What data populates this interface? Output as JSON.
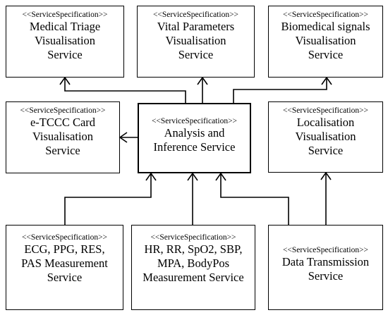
{
  "stereotype": "<<ServiceSpecification>>",
  "boxes": {
    "medical_triage": {
      "lines": [
        "Medical Triage",
        "Visualisation",
        "Service"
      ]
    },
    "vital_parameters": {
      "lines": [
        "Vital Parameters",
        "Visualisation",
        "Service"
      ]
    },
    "biomedical_signals": {
      "lines": [
        "Biomedical signals",
        "Visualisation",
        "Service"
      ]
    },
    "etccc_card": {
      "lines": [
        "e-TCCC Card",
        "Visualisation",
        "Service"
      ]
    },
    "analysis_inference": {
      "lines": [
        "Analysis and",
        "Inference Service"
      ]
    },
    "localisation": {
      "lines": [
        "Localisation",
        "Visualisation",
        "Service"
      ]
    },
    "ecg_ppg": {
      "lines": [
        "ECG, PPG, RES,",
        "PAS Measurement",
        "Service"
      ]
    },
    "hr_rr": {
      "lines": [
        "HR, RR, SpO2, SBP,",
        "MPA, BodyPos",
        "Measurement Service"
      ]
    },
    "data_transmission": {
      "lines": [
        "Data Transmission",
        "Service"
      ]
    }
  }
}
